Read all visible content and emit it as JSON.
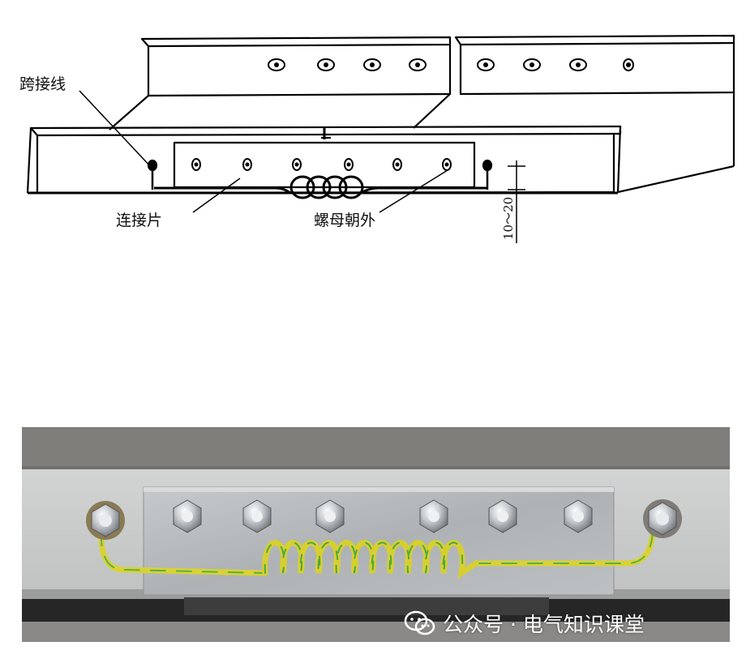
{
  "diagram": {
    "labels": {
      "jumper_wire": "跨接线",
      "connecting_plate": "连接片",
      "nut_outward": "螺母朝外",
      "dimension": "10～20"
    }
  },
  "photo": {
    "wire_color": "#d8d030",
    "wire_stripe_color": "#4caf50",
    "tray_color": "#c9cccb",
    "plate_color": "#b4b8bb",
    "background_color": "#6f6e6c"
  },
  "watermark": {
    "icon": "wechat-icon",
    "text": "公众号 · 电气知识课堂"
  }
}
